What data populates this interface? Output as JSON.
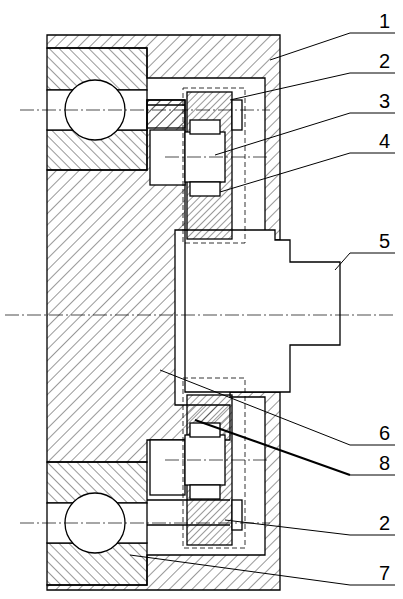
{
  "diagram": {
    "labels": [
      "1",
      "2",
      "3",
      "4",
      "5",
      "6",
      "8",
      "2",
      "7"
    ]
  }
}
